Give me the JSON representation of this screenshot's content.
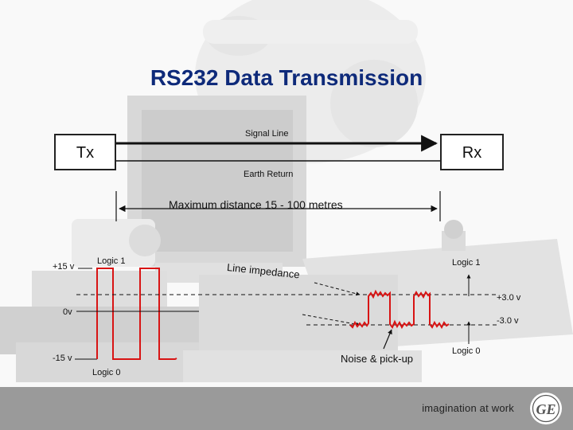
{
  "title": "RS232 Data Transmission",
  "tx_label": "Tx",
  "rx_label": "Rx",
  "signal_line_label": "Signal Line",
  "earth_return_label": "Earth Return",
  "distance_label": "Maximum distance 15  - 100 metres",
  "line_impedance_label": "Line impedance",
  "tx_side": {
    "plus15_label": "+15 v",
    "zero_label": "0v",
    "minus15_label": "-15 v",
    "logic1_label": "Logic 1",
    "logic0_label": "Logic 0"
  },
  "rx_side": {
    "logic1_label": "Logic 1",
    "plus3_label": "+3.0 v",
    "minus3_label": "-3.0 v",
    "logic0_label": "Logic 0",
    "noise_label": "Noise & pick-up"
  },
  "footer": {
    "tagline": "imagination at work",
    "logo_text": "GE"
  },
  "colors": {
    "title": "#0e2a7a",
    "waveform": "#d81414",
    "footer": "#9a9a9a"
  }
}
